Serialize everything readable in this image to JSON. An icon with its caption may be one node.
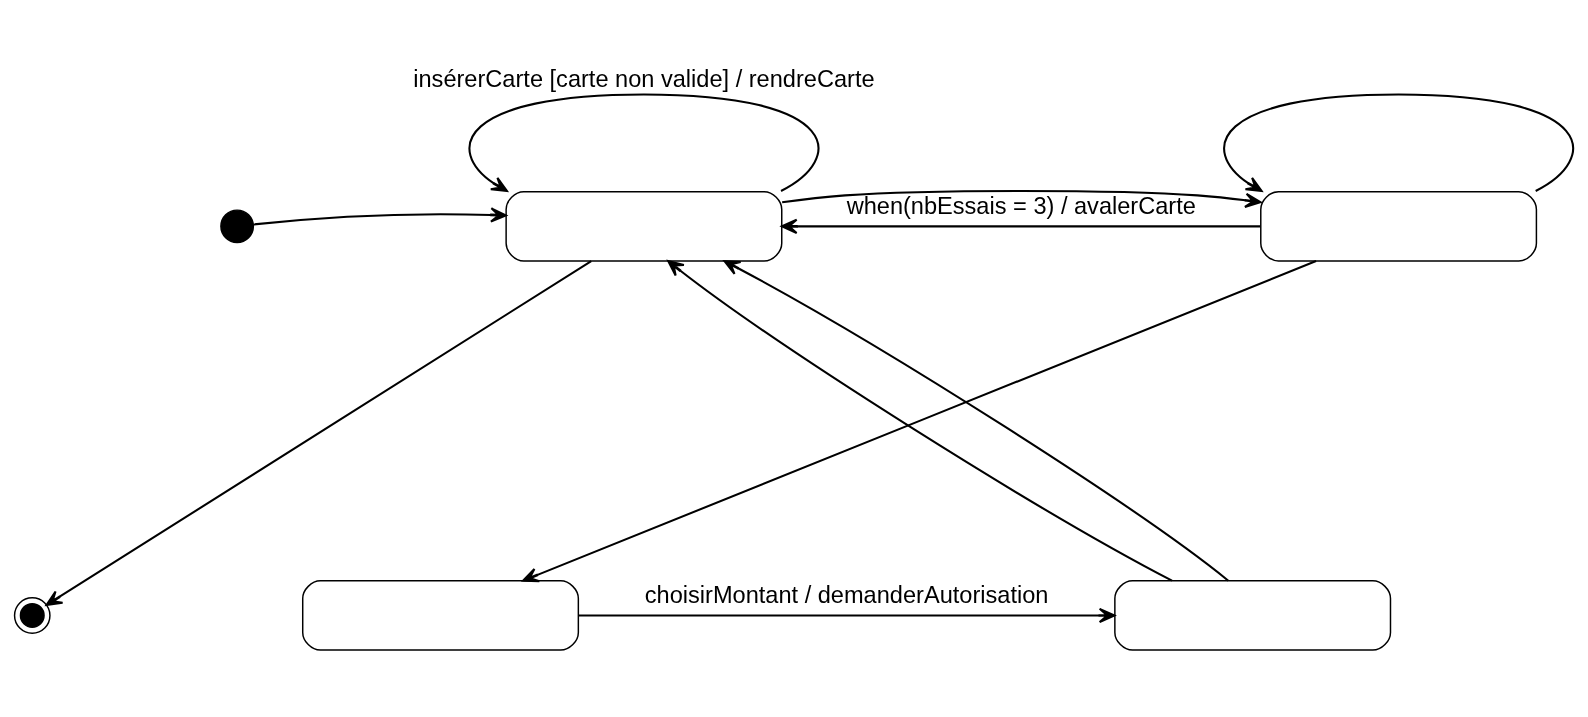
{
  "diagram": {
    "nodes": [
      {
        "text": [],
        "shape": "circle"
      },
      {
        "text": [],
        "shape": "bullseye"
      },
      {
        "text": [],
        "shape": "box"
      },
      {
        "text": [],
        "shape": "box"
      },
      {
        "text": [],
        "shape": "box"
      },
      {
        "text": [],
        "shape": "box"
      }
    ],
    "edges": [
      {
        "from": 0,
        "to": 2,
        "arrow": "to"
      },
      {
        "from": 2,
        "to": 1,
        "arrow": "to"
      },
      {
        "from": 2,
        "to": 2,
        "arrow": "to",
        "label": "insérerCarte [carte non valide] / rendreCarte"
      },
      {
        "from": 2,
        "to": 3,
        "arrow": "to"
      },
      {
        "from": 3,
        "to": 2,
        "arrow": "to",
        "label": "when(nbEssais = 3) / avalerCarte"
      },
      {
        "from": 3,
        "to": 3,
        "arrow": "to"
      },
      {
        "from": 3,
        "to": 4,
        "arrow": "to"
      },
      {
        "from": 4,
        "to": 5,
        "arrow": "to",
        "label": "choisirMontant / demanderAutorisation"
      },
      {
        "from": 5,
        "to": 2,
        "arrow": "to"
      },
      {
        "from": 5,
        "to": 2,
        "arrow": "to"
      }
    ]
  }
}
